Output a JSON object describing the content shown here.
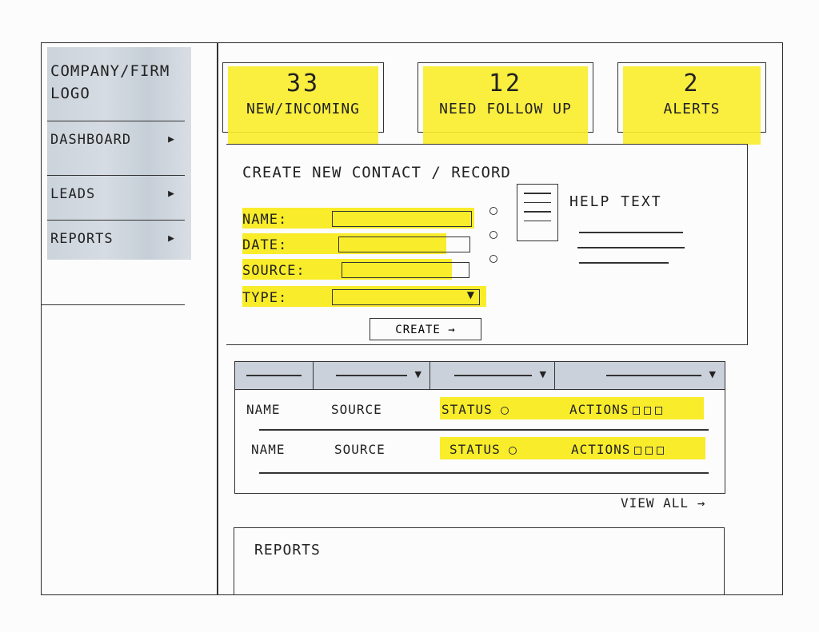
{
  "sidebar": {
    "logo": "COMPANY/FIRM LOGO",
    "items": [
      {
        "label": "DASHBOARD"
      },
      {
        "label": "LEADS"
      },
      {
        "label": "REPORTS"
      }
    ]
  },
  "stats": [
    {
      "value": "33",
      "label": "NEW/INCOMING"
    },
    {
      "value": "12",
      "label": "NEED FOLLOW UP"
    },
    {
      "value": "2",
      "label": "ALERTS"
    }
  ],
  "form": {
    "title": "CREATE NEW CONTACT / RECORD",
    "fields": [
      {
        "label": "NAME:"
      },
      {
        "label": "DATE:"
      },
      {
        "label": "SOURCE:"
      },
      {
        "label": "TYPE:"
      }
    ],
    "submit_label": "CREATE →",
    "help_title": "HELP TEXT"
  },
  "table": {
    "rows": [
      {
        "name": "NAME",
        "source": "SOURCE",
        "status": "STATUS",
        "actions": "ACTIONS"
      },
      {
        "name": "NAME",
        "source": "SOURCE",
        "status": "STATUS",
        "actions": "ACTIONS"
      }
    ],
    "view_all_label": "VIEW ALL →"
  },
  "reports": {
    "title": "REPORTS"
  },
  "colors": {
    "highlight": "#f9ec2a",
    "shade": "#c3ccd6",
    "ink": "#2a2a2a"
  }
}
